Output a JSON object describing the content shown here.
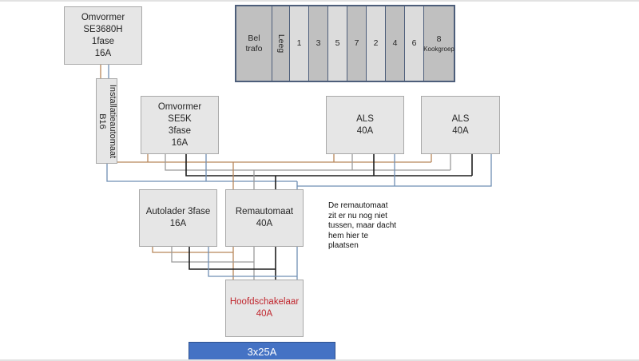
{
  "diagram": {
    "type": "electrical-wiring-schematic",
    "wire_colors": {
      "l1": "#b8875a",
      "l2": "#9a9a9a",
      "l3": "#1e1e1e",
      "neutral": "#6f8fb4"
    },
    "panel": {
      "slots": [
        {
          "lines": [
            "Bel",
            "trafo"
          ],
          "shade": "dark"
        },
        {
          "lines": [
            "Leeg"
          ],
          "shade": "dark",
          "rotated": true
        },
        {
          "lines": [
            "1"
          ],
          "shade": "light"
        },
        {
          "lines": [
            "3"
          ],
          "shade": "dark"
        },
        {
          "lines": [
            "5"
          ],
          "shade": "light"
        },
        {
          "lines": [
            "7"
          ],
          "shade": "dark"
        },
        {
          "lines": [
            "2"
          ],
          "shade": "light"
        },
        {
          "lines": [
            "4"
          ],
          "shade": "dark"
        },
        {
          "lines": [
            "6"
          ],
          "shade": "light"
        },
        {
          "lines": [
            "8",
            "Kookgroep"
          ],
          "shade": "dark"
        }
      ]
    },
    "nodes": {
      "omvormer_1fase": {
        "lines": [
          "Omvormer",
          "SE3680H",
          "1fase",
          "16A"
        ]
      },
      "installatieautomaat": {
        "lines": [
          "Installatieautomaat",
          "B16"
        ]
      },
      "omvormer_3fase": {
        "lines": [
          "Omvormer",
          "SE5K",
          "3fase",
          "16A"
        ]
      },
      "als_1": {
        "lines": [
          "ALS",
          "40A"
        ]
      },
      "als_2": {
        "lines": [
          "ALS",
          "40A"
        ]
      },
      "autolader": {
        "lines": [
          "Autolader 3fase",
          "16A"
        ]
      },
      "remautomaat": {
        "lines": [
          "Remautomaat",
          "40A"
        ]
      },
      "hoofdschakelaar": {
        "lines": [
          "Hoofdschakelaar",
          "40A"
        ],
        "text_color": "#c0262d"
      },
      "supply": {
        "label": "3x25A",
        "color": "#4472c4"
      }
    },
    "note": {
      "lines": [
        "De remautomaat",
        "zit er nu nog niet",
        "tussen, maar dacht",
        "hem hier te",
        "plaatsen"
      ]
    }
  }
}
